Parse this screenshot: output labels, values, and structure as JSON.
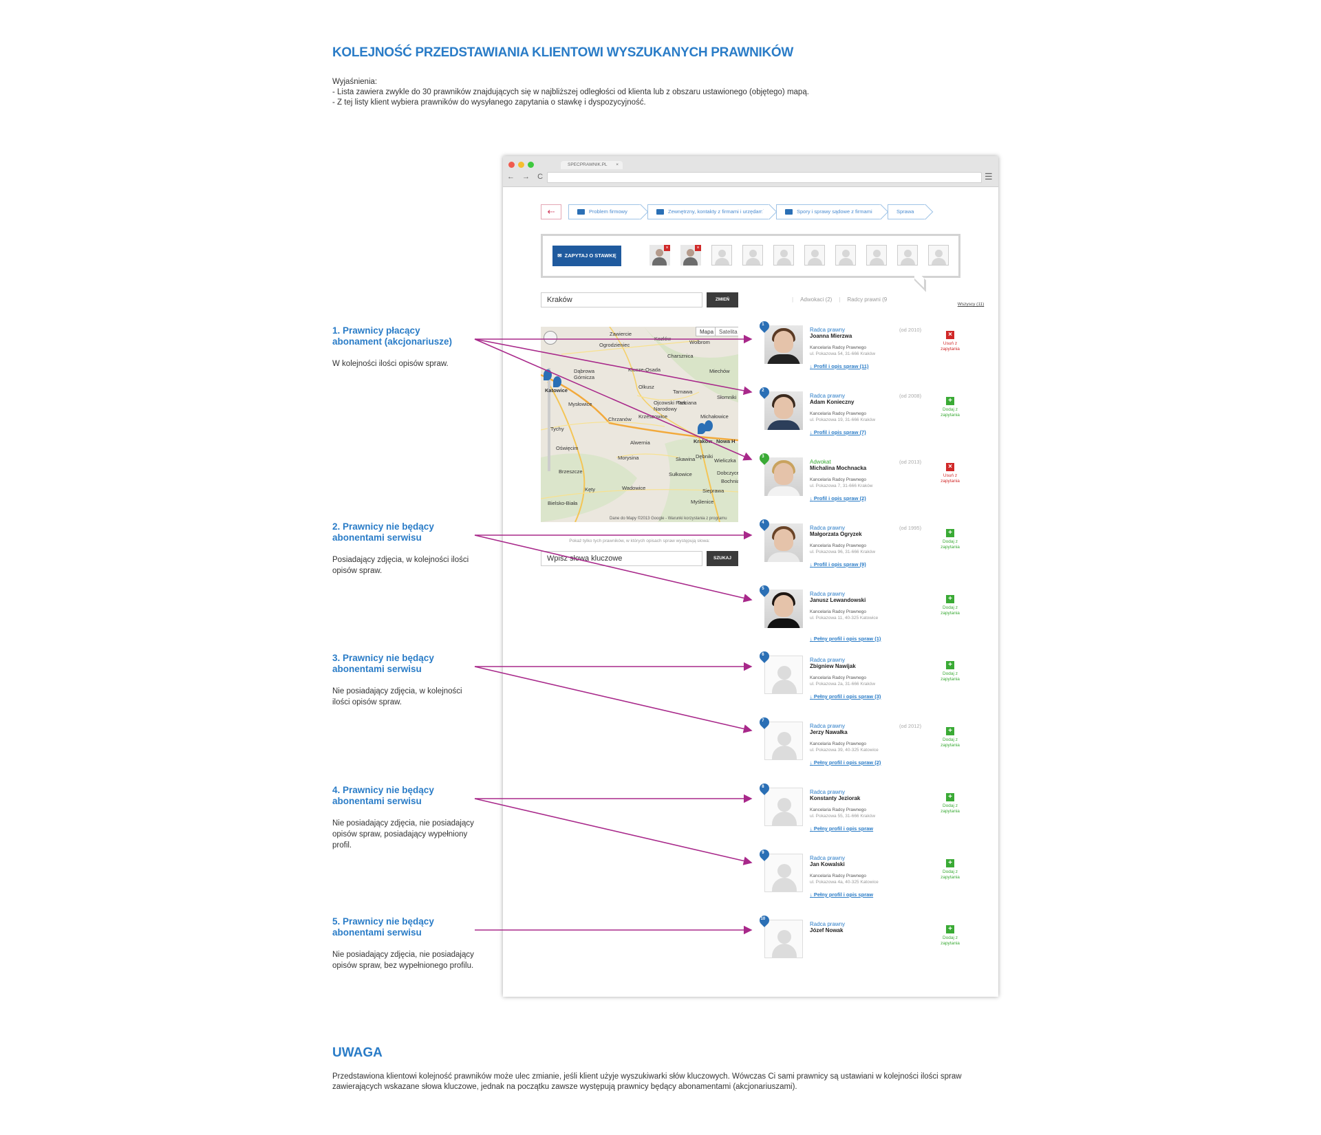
{
  "page": {
    "title": "KOLEJNOŚĆ PRZEDSTAWIANIA KLIENTOWI WYSZUKANYCH PRAWNIKÓW",
    "explanations": [
      "Wyjaśnienia:",
      "- Lista zawiera zwykle do 30 prawników znajdujących się w najbliższej odległości od klienta lub z obszaru ustawionego (objętego) mapą.",
      "- Z tej listy klient wybiera prawników do wysyłanego zapytania o stawkę i dyspozycyjność."
    ],
    "note_title": "UWAGA",
    "note_text": "Przedstawiona klientowi kolejność prawników może ulec zmianie, jeśli klient użyje wyszukiwarki słów kluczowych. Wówczas Ci sami prawnicy są ustawiani w kolejności ilości spraw zawierających wskazane słowa kluczowe, jednak na początku zawsze występują prawnicy będący abonamentami (akcjonariuszami)."
  },
  "annotations": [
    {
      "heading": "1. Prawnicy płacący abonament (akcjonariusze)",
      "desc": "W kolejności ilości opisów spraw."
    },
    {
      "heading": "2. Prawnicy nie będący abonentami serwisu",
      "desc": "Posiadający zdjęcia, w kolejności ilości opisów spraw."
    },
    {
      "heading": "3. Prawnicy nie będący abonentami serwisu",
      "desc": "Nie posiadający zdjęcia, w kolejności ilości opisów spraw."
    },
    {
      "heading": "4. Prawnicy nie będący abonentami serwisu",
      "desc": "Nie posiadający zdjęcia, nie posiadający opisów spraw, posiadający wypełniony profil."
    },
    {
      "heading": "5. Prawnicy nie będący abonentami serwisu",
      "desc": "Nie posiadający zdjęcia, nie posiadający opisów spraw, bez wypełnionego profilu."
    }
  ],
  "browser": {
    "tab_label": "SPECPRAWNIK.PL",
    "tab_close": "×",
    "nav_icons": "← → C",
    "menu_icon": "☰",
    "back_icon": "⇠"
  },
  "breadcrumb": [
    "Problem firmowy",
    "Zewnętrzny, kontakty z firmami i urzędami",
    "Spory i sprawy sądowe z firmami",
    "Sprawa"
  ],
  "request": {
    "button": "ZAPYTAJ O STAWKĘ",
    "remove_mark": "×"
  },
  "search": {
    "city": "Kraków",
    "change_button": "ZMIEŃ",
    "filters": [
      "Wszyscy (11)",
      "Adwokaci (2)",
      "Radcy prawni (9"
    ],
    "map_tabs": [
      "Mapa",
      "Satelita"
    ],
    "map_footer": "Dane do Mapy ©2013 Google - Warunki korzystania z programu",
    "map_labels": [
      "Zawiercie",
      "Ogrodzieniec",
      "Dąbrowa Górnicza",
      "Katowice",
      "Mysłowice",
      "Olkusz",
      "Chrzanów",
      "Krzeszowice",
      "Tychy",
      "Oświęcim",
      "Alwernia",
      "Kraków",
      "Nowa H",
      "Wieliczka",
      "Skawina",
      "Bochnia",
      "Wadowice",
      "Kęty",
      "Bielsko-Biała",
      "Miechów",
      "Słomniki",
      "Michałowice",
      "Myślenice",
      "Sułkowice",
      "Dębniki",
      "Charsznica",
      "Wolbrom",
      "Kozłów",
      "Klucze-Osada",
      "Trzciana",
      "Sieprawa",
      "Dobczyce",
      "Brzeszcze",
      "Morysina",
      "Ojcowski Park Narodowy",
      "Tarnawa"
    ],
    "map_note": "Pokaż tylko tych prawników, w których opisach spraw występują słowa:",
    "keyword_placeholder": "Wpisz słowa kluczowe",
    "search_button": "SZUKAJ"
  },
  "lawyers": [
    {
      "n": "1",
      "role": "Radca prawny",
      "name": "Joanna Mierzwa",
      "since": "(od 2010)",
      "firm": "Kancelaria Radcy Prawnego",
      "addr": "ul. Pokazowa 54, 31-666 Kraków",
      "link": "Profil i opis spraw (11)",
      "action": "Usuń z zapytania",
      "type": "rm",
      "icon": "×"
    },
    {
      "n": "2",
      "role": "Radca prawny",
      "name": "Adam Konieczny",
      "since": "(od 2008)",
      "firm": "Kancelaria Radcy Prawnego",
      "addr": "ul. Pokazowa 19, 31-666 Kraków",
      "link": "Profil i opis spraw (7)",
      "action": "Dodaj z zapytania",
      "type": "add",
      "icon": "+"
    },
    {
      "n": "3",
      "role": "Adwokat",
      "name": "Michalina Mochnacka",
      "since": "(od 2013)",
      "firm": "Kancelaria Radcy Prawnego",
      "addr": "ul. Pokazowa 7, 31-666 Kraków",
      "link": "Profil i opis spraw (2)",
      "action": "Usuń z zapytania",
      "type": "rm",
      "icon": "×"
    },
    {
      "n": "4",
      "role": "Radca prawny",
      "name": "Małgorzata Ogryzek",
      "since": "(od 1995)",
      "firm": "Kancelaria Radcy Prawnego",
      "addr": "ul. Pokazowa 96, 31-666 Kraków",
      "link": "Profil i opis spraw (9)",
      "action": "Dodaj z zapytania",
      "type": "add",
      "icon": "+"
    },
    {
      "n": "5",
      "role": "Radca prawny",
      "name": "Janusz Lewandowski",
      "since": "",
      "firm": "Kancelaria Radcy Prawnego",
      "addr": "ul. Pokazowa 11, 40-325 Katowice",
      "link": "Pełny profil i opis spraw (1)",
      "action": "Dodaj z zapytania",
      "type": "add",
      "icon": "+"
    },
    {
      "n": "6",
      "role": "Radca prawny",
      "name": "Zbigniew Nawijak",
      "since": "",
      "firm": "Kancelaria Radcy Prawnego",
      "addr": "ul. Pokazowa 2a, 31-666 Kraków",
      "link": "Pełny profil i opis spraw (3)",
      "action": "Dodaj z zapytania",
      "type": "add",
      "icon": "+"
    },
    {
      "n": "7",
      "role": "Radca prawny",
      "name": "Jerzy Nawałka",
      "since": "(od 2012)",
      "firm": "Kancelaria Radcy Prawnego",
      "addr": "ul. Pokazowa 39, 40-325 Katowice",
      "link": "Pełny profil i opis spraw (2)",
      "action": "Dodaj z zapytania",
      "type": "add",
      "icon": "+"
    },
    {
      "n": "8",
      "role": "Radca prawny",
      "name": "Konstanty Jeziorak",
      "since": "",
      "firm": "Kancelaria Radcy Prawnego",
      "addr": "ul. Pokazowa 55, 31-666 Kraków",
      "link": "Pełny profil i opis spraw",
      "action": "Dodaj z zapytania",
      "type": "add",
      "icon": "+"
    },
    {
      "n": "9",
      "role": "Radca prawny",
      "name": "Jan Kowalski",
      "since": "",
      "firm": "Kancelaria Radcy Prawnego",
      "addr": "ul. Pokazowa 4a, 40-325 Katowice",
      "link": "Pełny profil i opis spraw",
      "action": "Dodaj z zapytania",
      "type": "add",
      "icon": "+"
    },
    {
      "n": "10",
      "role": "Radca prawny",
      "name": "Józef Nowak",
      "since": "",
      "firm": "",
      "addr": "",
      "link": "",
      "action": "Dodaj z zapytania",
      "type": "add",
      "icon": "+"
    }
  ],
  "colors": {
    "accent": "#2a7cc7",
    "arrow": "#a8288a",
    "remove": "#d02828",
    "add": "#3aaa35",
    "button": "#1f5a9e"
  }
}
